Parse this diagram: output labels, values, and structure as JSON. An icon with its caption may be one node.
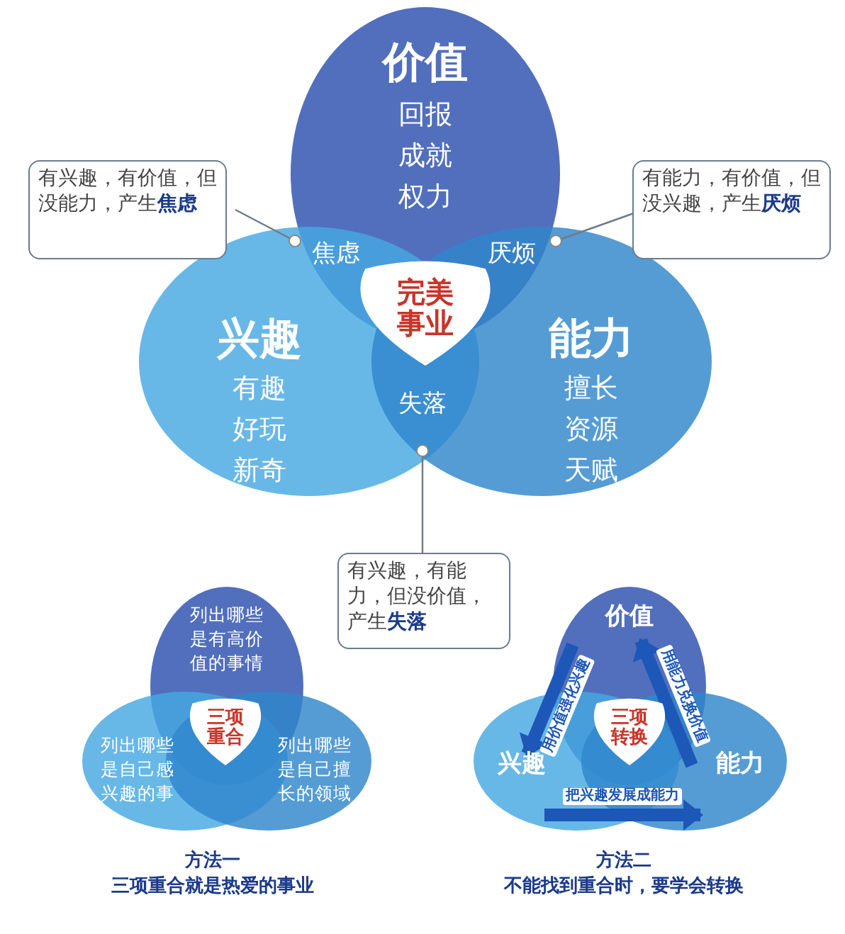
{
  "diagram": {
    "nodes": [
      {
        "text": [
          "价值",
          "回报",
          "成就",
          "权力"
        ]
      },
      {
        "text": [
          "兴趣",
          "有趣",
          "好玩",
          "新奇"
        ]
      },
      {
        "text": [
          "能力",
          "擅长",
          "资源",
          "天赋"
        ]
      },
      {
        "text": [
          "完美事业"
        ]
      },
      {
        "text": [
          "焦虑"
        ]
      },
      {
        "text": [
          "厌烦"
        ]
      },
      {
        "text": [
          "失落"
        ]
      },
      {
        "text": [
          "有兴趣，有价值，但没能力，产生**焦虑**"
        ]
      },
      {
        "text": [
          "有能力，有价值，但没兴趣，产生**厌烦**"
        ]
      },
      {
        "text": [
          "有兴趣，有能力，但没价值，产生**失落**"
        ]
      },
      {
        "text": [
          "列出哪些是有高价值的事情"
        ]
      },
      {
        "text": [
          "列出哪些是自己感兴趣的事"
        ]
      },
      {
        "text": [
          "列出哪些是自己擅长的领域"
        ]
      },
      {
        "text": [
          "三项重合"
        ]
      },
      {
        "text": [
          "价值"
        ]
      },
      {
        "text": [
          "兴趣"
        ]
      },
      {
        "text": [
          "能力"
        ]
      },
      {
        "text": [
          "三项转换"
        ]
      }
    ],
    "edges": [
      {
        "from": 7,
        "to": 4,
        "arrow": "other"
      },
      {
        "from": 8,
        "to": 5,
        "arrow": "other"
      },
      {
        "from": 9,
        "to": 6,
        "arrow": "other"
      },
      {
        "from": 14,
        "to": 15,
        "arrow": "to",
        "label": "用价值强化兴趣",
        "style": "thick",
        "color": "#1d57b8"
      },
      {
        "from": 16,
        "to": 14,
        "arrow": "to",
        "label": "用能力兑换价值",
        "style": "thick",
        "color": "#1d57b8"
      },
      {
        "from": 15,
        "to": 16,
        "arrow": "to",
        "label": "把兴趣发展成能力",
        "style": "thick",
        "color": "#1d57b8"
      }
    ],
    "labels": [
      "方法一",
      "三项重合就是热爱的事业",
      "方法二",
      "不能找到重合时，要学会转换"
    ]
  }
}
